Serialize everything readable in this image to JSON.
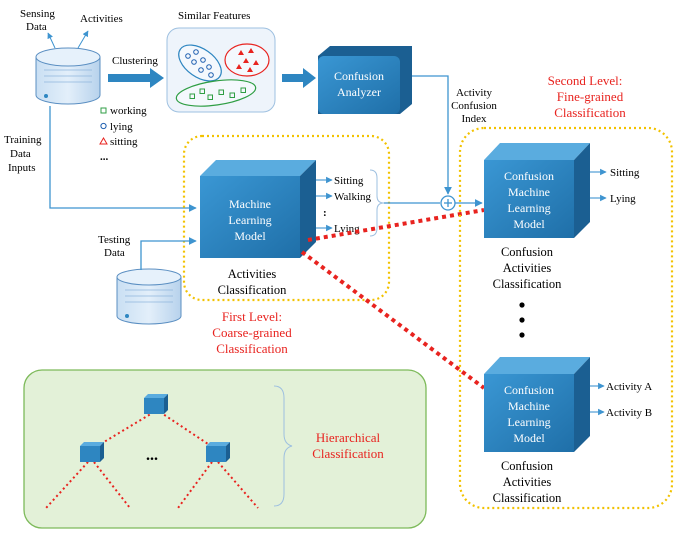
{
  "sensing": {
    "sensing_data": [
      "Sensing",
      "Data"
    ],
    "activities": "Activities"
  },
  "training_inputs": [
    "Training",
    "Data",
    "Inputs"
  ],
  "testing": [
    "Testing",
    "Data"
  ],
  "clustering": "Clustering",
  "similar_features": "Similar Features",
  "legend": {
    "working": "working",
    "lying": "lying",
    "sitting": "sitting",
    "more": "..."
  },
  "confusion_analyzer": [
    "Confusion",
    "Analyzer"
  ],
  "activity_confusion_index": [
    "Activity",
    "Confusion",
    "Index"
  ],
  "ml_model": [
    "Machine",
    "Learning",
    "Model"
  ],
  "first_level_outputs": {
    "sitting": "Sitting",
    "walking": "Walking",
    "dots": ":",
    "lying": "Lying"
  },
  "activities_classification": [
    "Activities",
    "Classification"
  ],
  "first_level": [
    "First Level:",
    "Coarse-grained",
    "Classification"
  ],
  "second_level": [
    "Second Level:",
    "Fine-grained",
    "Classification"
  ],
  "confusion_ml_model": [
    "Confusion",
    "Machine",
    "Learning",
    "Model"
  ],
  "second_level_top_outputs": [
    "Sitting",
    "Lying"
  ],
  "second_level_bottom_outputs": [
    "Activity A",
    "Activity B"
  ],
  "confusion_activities_classification": [
    "Confusion",
    "Activities",
    "Classification"
  ],
  "hierarchical": {
    "dots": "...",
    "label": [
      "Hierarchical",
      "Classification"
    ]
  },
  "colors": {
    "cube": "#2e86c1",
    "arrow": "#3e94d0",
    "red": "#e8231f",
    "gold": "#f2c200",
    "green_bg": "#e3f1d8",
    "green_border": "#7dba5a"
  }
}
